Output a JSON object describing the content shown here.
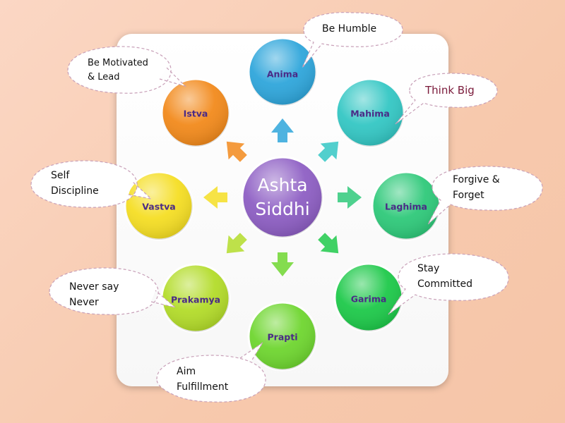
{
  "center": {
    "line1": "Ashta",
    "line2": "Siddhi",
    "color": "#8e5fc4"
  },
  "nodes": [
    {
      "label": "Anima",
      "color": "#2fa6db"
    },
    {
      "label": "Mahima",
      "color": "#34c7c4"
    },
    {
      "label": "Laghima",
      "color": "#2fc97a"
    },
    {
      "label": "Garima",
      "color": "#1ec94a"
    },
    {
      "label": "Prapti",
      "color": "#6fd630"
    },
    {
      "label": "Prakamya",
      "color": "#b3dc2a"
    },
    {
      "label": "Vastva",
      "color": "#f5de24"
    },
    {
      "label": "Istva",
      "color": "#f28a1c"
    }
  ],
  "callouts": [
    {
      "lines": [
        "Be Humble"
      ]
    },
    {
      "lines": [
        "Think Big"
      ]
    },
    {
      "lines": [
        "Forgive &",
        "Forget"
      ]
    },
    {
      "lines": [
        "Stay",
        "Committed"
      ]
    },
    {
      "lines": [
        "Aim",
        "Fulfillment"
      ]
    },
    {
      "lines": [
        "Never say",
        "Never"
      ]
    },
    {
      "lines": [
        "Self",
        "Discipline"
      ]
    },
    {
      "lines": [
        "Be Motivated",
        "& Lead"
      ]
    }
  ]
}
